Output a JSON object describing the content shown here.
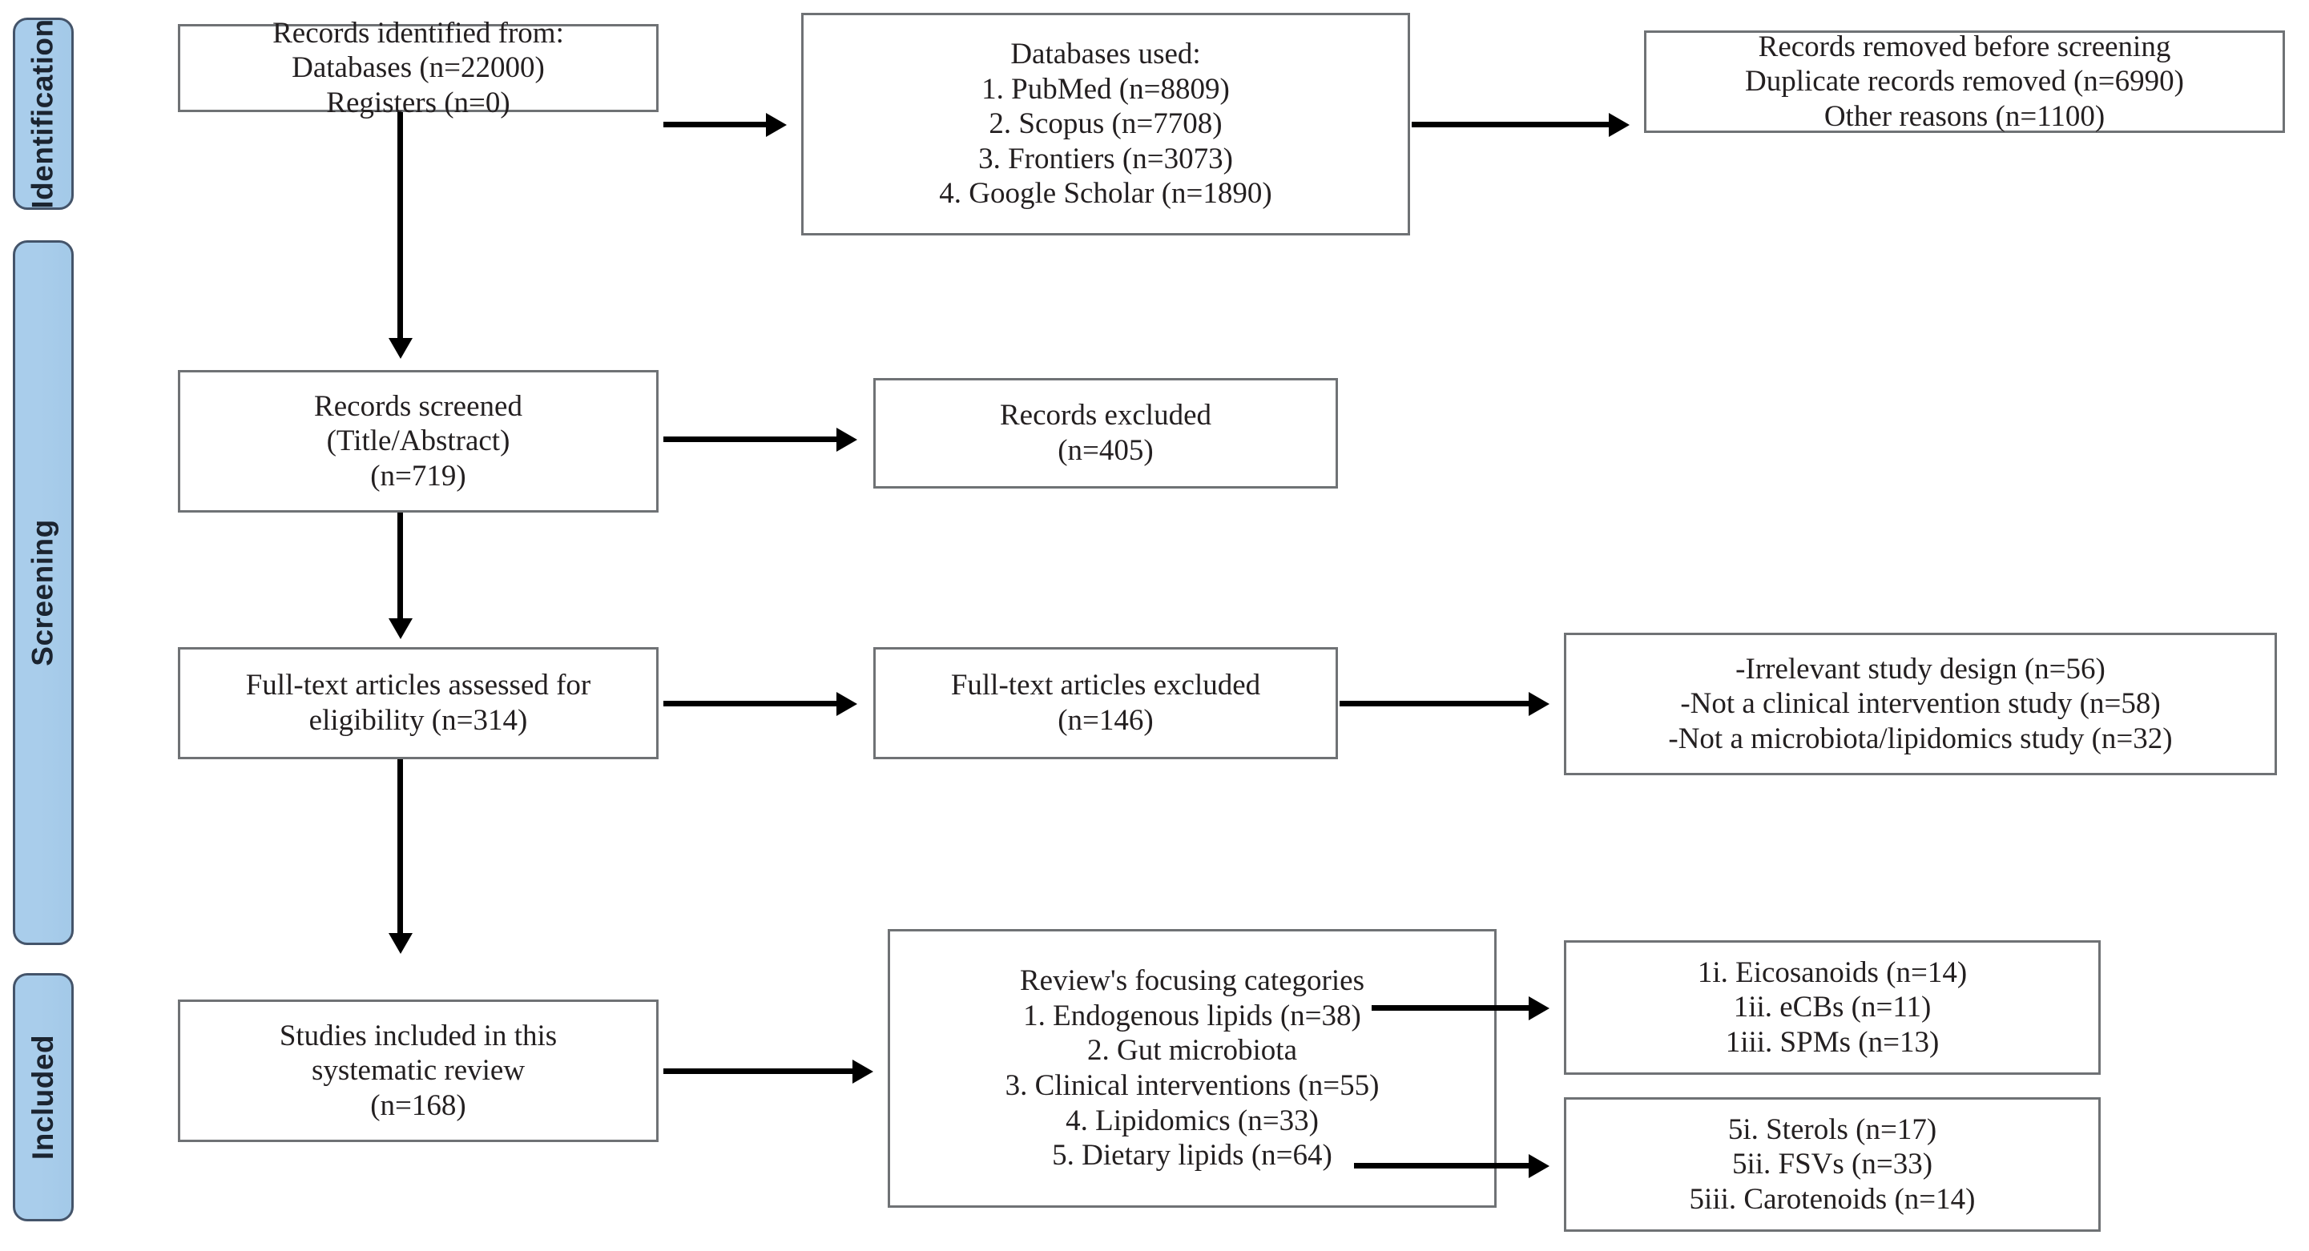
{
  "figure": {
    "type": "prisma-flow-diagram",
    "stage_label_color": "#a9cdeb",
    "stage_label_border_color": "#44546a",
    "box_border_color": "#6f7275",
    "connector_color": "#000000"
  },
  "stages": [
    {
      "key": "identification",
      "label": "Identification"
    },
    {
      "key": "screening",
      "label": "Screening"
    },
    {
      "key": "included",
      "label": "Included"
    }
  ],
  "boxes": {
    "records_identified": {
      "lines": [
        "Records identified  from:",
        "Databases (n=22000)",
        "Registers (n=0)"
      ]
    },
    "databases_used": {
      "title": "Databases used:",
      "items": [
        "1.    PubMed (n=8809)",
        "2.    Scopus (n=7708)",
        "3.    Frontiers (n=3073)",
        "4.    Google Scholar (n=1890)"
      ]
    },
    "records_removed": {
      "lines": [
        "Records removed before screening",
        "Duplicate records removed (n=6990)",
        "Other reasons (n=1100)"
      ]
    },
    "records_screened": {
      "lines": [
        "Records screened",
        "(Title/Abstract)",
        "(n=719)"
      ]
    },
    "records_excluded": {
      "lines": [
        "Records excluded",
        "(n=405)"
      ]
    },
    "fulltext_assessed": {
      "lines": [
        "Full-text articles  assessed for",
        "eligibility (n=314)"
      ]
    },
    "fulltext_excluded": {
      "lines": [
        "Full-text articles excluded",
        "(n=146)"
      ]
    },
    "exclusion_reasons": {
      "lines": [
        "-Irrelevant study design (n=56)",
        "-Not a clinical intervention study (n=58)",
        "-Not a microbiota/lipidomics  study (n=32)"
      ]
    },
    "studies_included": {
      "lines": [
        "Studies included in this",
        "systematic review",
        "(n=168)"
      ]
    },
    "review_categories": {
      "title": "Review's focusing categories",
      "items": [
        "1.    Endogenous lipids (n=38)",
        "2.    Gut microbiota",
        "3.    Clinical interventions (n=55)",
        "4.    Lipidomics (n=33)",
        "5.    Dietary lipids (n=64)"
      ]
    },
    "endogenous_subcats": {
      "lines": [
        "1i. Eicosanoids (n=14)",
        "1ii. eCBs (n=11)",
        "1iii. SPMs (n=13)"
      ]
    },
    "dietary_subcats": {
      "lines": [
        "5i. Sterols (n=17)",
        "5ii. FSVs (n=33)",
        "5iii. Carotenoids  (n=14)"
      ]
    }
  },
  "chart_data": {
    "type": "diagram",
    "title": "PRISMA flow diagram",
    "nodes": [
      {
        "id": "records_identified",
        "stage": "Identification",
        "n_databases": 22000,
        "n_registers": 0
      },
      {
        "id": "databases_used",
        "stage": "Identification",
        "pubmed": 8809,
        "scopus": 7708,
        "frontiers": 3073,
        "google_scholar": 1890
      },
      {
        "id": "records_removed",
        "stage": "Identification",
        "duplicates": 6990,
        "other_reasons": 1100
      },
      {
        "id": "records_screened",
        "stage": "Screening",
        "n": 719
      },
      {
        "id": "records_excluded",
        "stage": "Screening",
        "n": 405
      },
      {
        "id": "fulltext_assessed",
        "stage": "Screening",
        "n": 314
      },
      {
        "id": "fulltext_excluded",
        "stage": "Screening",
        "n": 146
      },
      {
        "id": "exclusion_reasons",
        "stage": "Screening",
        "irrelevant_design": 56,
        "not_clinical_intervention": 58,
        "not_microbiota_lipidomics": 32
      },
      {
        "id": "studies_included",
        "stage": "Included",
        "n": 168
      },
      {
        "id": "review_categories",
        "stage": "Included",
        "endogenous_lipids": 38,
        "gut_microbiota": null,
        "clinical_interventions": 55,
        "lipidomics": 33,
        "dietary_lipids": 64
      },
      {
        "id": "endogenous_subcats",
        "stage": "Included",
        "eicosanoids": 14,
        "ecbs": 11,
        "spms": 13
      },
      {
        "id": "dietary_subcats",
        "stage": "Included",
        "sterols": 17,
        "fsvs": 33,
        "carotenoids": 14
      }
    ],
    "edges": [
      {
        "from": "records_identified",
        "to": "databases_used"
      },
      {
        "from": "databases_used",
        "to": "records_removed"
      },
      {
        "from": "records_identified",
        "to": "records_screened"
      },
      {
        "from": "records_screened",
        "to": "records_excluded"
      },
      {
        "from": "records_screened",
        "to": "fulltext_assessed"
      },
      {
        "from": "fulltext_assessed",
        "to": "fulltext_excluded"
      },
      {
        "from": "fulltext_excluded",
        "to": "exclusion_reasons"
      },
      {
        "from": "fulltext_assessed",
        "to": "studies_included"
      },
      {
        "from": "studies_included",
        "to": "review_categories"
      },
      {
        "from": "review_categories",
        "to": "endogenous_subcats"
      },
      {
        "from": "review_categories",
        "to": "dietary_subcats"
      }
    ]
  }
}
